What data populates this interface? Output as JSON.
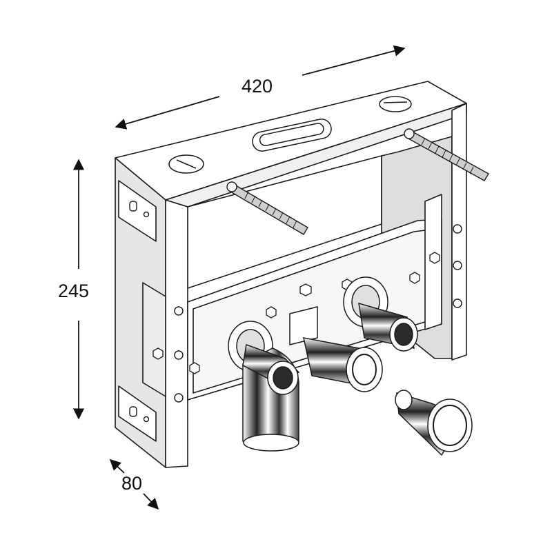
{
  "diagram": {
    "dimensions": {
      "width": "420",
      "height": "245",
      "depth": "80"
    },
    "colors": {
      "line": "#1a1a1a",
      "frame_face": "#ffffff",
      "frame_inner": "#e8e8e8",
      "frame_shade": "#d2d2d2",
      "chrome_dark": "#2a2a2a",
      "chrome_light": "#ffffff"
    }
  }
}
